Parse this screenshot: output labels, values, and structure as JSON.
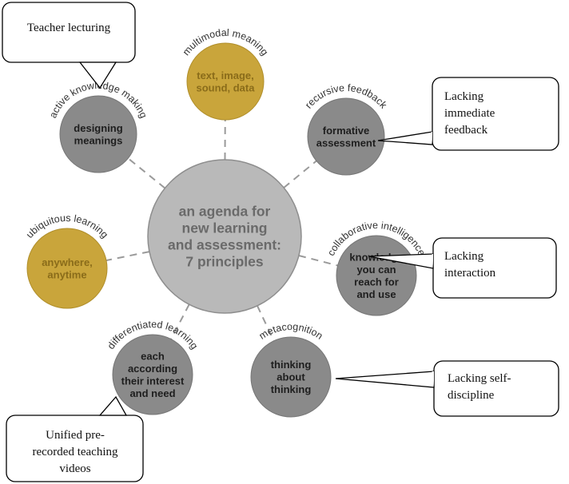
{
  "center": {
    "lines": [
      "an agenda for",
      "new learning",
      "and assessment:",
      "7 principles"
    ]
  },
  "principles": [
    {
      "id": "multimodal",
      "arc_label": "multimodal meaning",
      "text_lines": [
        "text, image,",
        "sound, data"
      ],
      "style": "gold"
    },
    {
      "id": "recursive",
      "arc_label": "recursive feedback",
      "text_lines": [
        "formative",
        "assessment"
      ],
      "style": "gray"
    },
    {
      "id": "collaborative",
      "arc_label": "collaborative intelligence",
      "text_lines": [
        "knowledge",
        "you can",
        "reach for",
        "and use"
      ],
      "style": "gray"
    },
    {
      "id": "metacognition",
      "arc_label": "metacognition",
      "text_lines": [
        "thinking",
        "about",
        "thinking"
      ],
      "style": "gray"
    },
    {
      "id": "differentiated",
      "arc_label": "differentiated learning",
      "text_lines": [
        "each",
        "according",
        "their interest",
        "and need"
      ],
      "style": "gray"
    },
    {
      "id": "ubiquitous",
      "arc_label": "ubiquitous learning",
      "text_lines": [
        "anywhere,",
        "anytime"
      ],
      "style": "gold"
    },
    {
      "id": "active",
      "arc_label": "active knowledge making",
      "text_lines": [
        "designing",
        "meanings"
      ],
      "style": "gray"
    }
  ],
  "callouts": [
    {
      "id": "teacher-lecturing",
      "lines": [
        "Teacher lecturing"
      ]
    },
    {
      "id": "immediate-feedback",
      "lines": [
        "Lacking",
        "immediate",
        "feedback"
      ]
    },
    {
      "id": "interaction",
      "lines": [
        "Lacking",
        "interaction"
      ]
    },
    {
      "id": "self-discipline",
      "lines": [
        "Lacking self-",
        "discipline"
      ]
    },
    {
      "id": "unified-videos",
      "lines": [
        "Unified pre-",
        "recorded teaching",
        "videos"
      ]
    }
  ],
  "colors": {
    "center_fill": "#b9b9b9",
    "gray_fill": "#8a8a8a",
    "gold_fill": "#c9a53b",
    "gray_text": "#1e1e1e",
    "gold_text": "#8a6c1a",
    "spoke": "#9a9a9a"
  }
}
